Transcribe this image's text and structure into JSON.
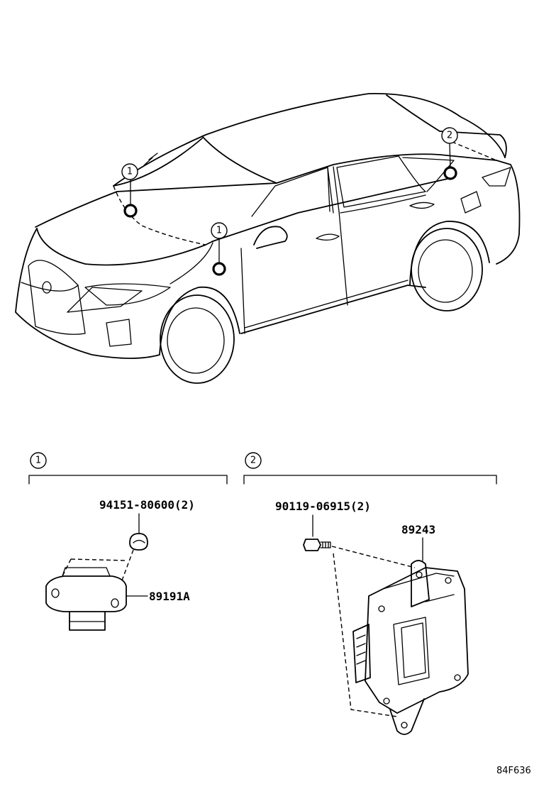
{
  "vehicle": {
    "callouts": [
      {
        "label": "1"
      },
      {
        "label": "1"
      },
      {
        "label": "2"
      }
    ]
  },
  "section1": {
    "callout": "1",
    "bolt_part": "94151-80600(2)",
    "sensor_part": "89191A"
  },
  "section2": {
    "callout": "2",
    "bolt_part": "90119-06915(2)",
    "ecu_part": "89243"
  },
  "figure_code": "84F636"
}
